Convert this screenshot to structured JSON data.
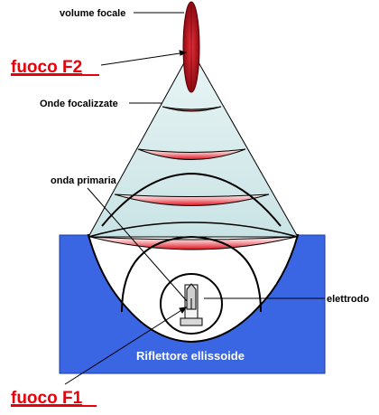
{
  "labels": {
    "volume_focale": "volume focale",
    "fuoco_f2": "fuoco F2",
    "onde_focalizzate": "Onde focalizzate",
    "onda_primaria": "onda primaria",
    "elettrodo": "elettrodo",
    "riflettore": "Riflettore ellissoide",
    "fuoco_f1": "fuoco F1"
  },
  "colors": {
    "reflector_blue": "#3a66e4",
    "wave_red": "#e0101d",
    "focus_red": "#b5121b",
    "cone_fill": "#d6ecec",
    "label_red": "#e8000b"
  }
}
